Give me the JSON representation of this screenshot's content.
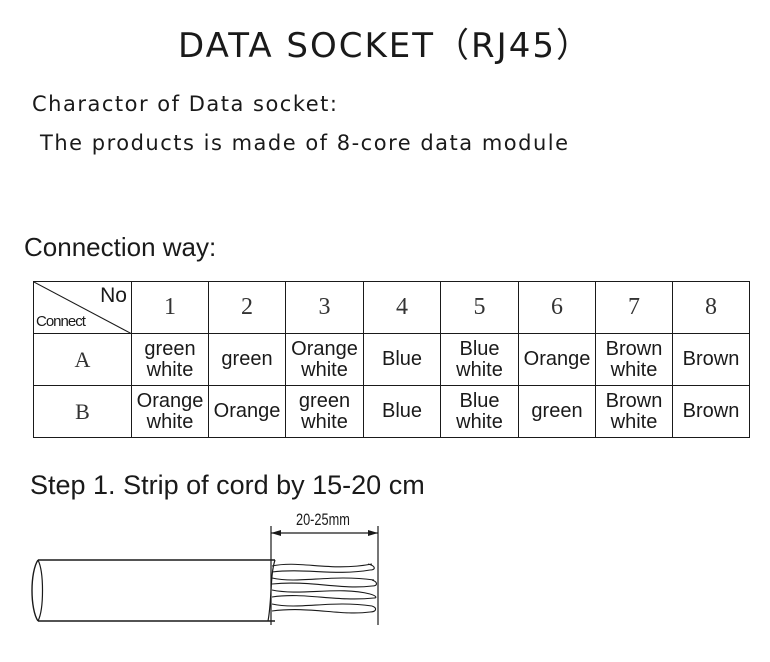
{
  "title": "DATA SOCKET（RJ45）",
  "intro": {
    "line1": "Charactor of Data socket:",
    "line2": "The products is made of 8-core data module"
  },
  "connection": {
    "heading": "Connection way:",
    "corner_top": "No",
    "corner_bottom": "Connect",
    "columns": [
      "1",
      "2",
      "3",
      "4",
      "5",
      "6",
      "7",
      "8"
    ],
    "rows": [
      {
        "label": "A",
        "cells": [
          [
            "green",
            "white"
          ],
          [
            "green"
          ],
          [
            "Orange",
            "white"
          ],
          [
            "Blue"
          ],
          [
            "Blue",
            "white"
          ],
          [
            "Orange"
          ],
          [
            "Brown",
            "white"
          ],
          [
            "Brown"
          ]
        ]
      },
      {
        "label": "B",
        "cells": [
          [
            "Orange",
            "white"
          ],
          [
            "Orange"
          ],
          [
            "green",
            "white"
          ],
          [
            "Blue"
          ],
          [
            "Blue",
            "white"
          ],
          [
            "green"
          ],
          [
            "Brown",
            "white"
          ],
          [
            "Brown"
          ]
        ]
      }
    ]
  },
  "step1": {
    "text": "Step 1. Strip of cord by 15-20 cm",
    "dimension": "20-25mm"
  }
}
